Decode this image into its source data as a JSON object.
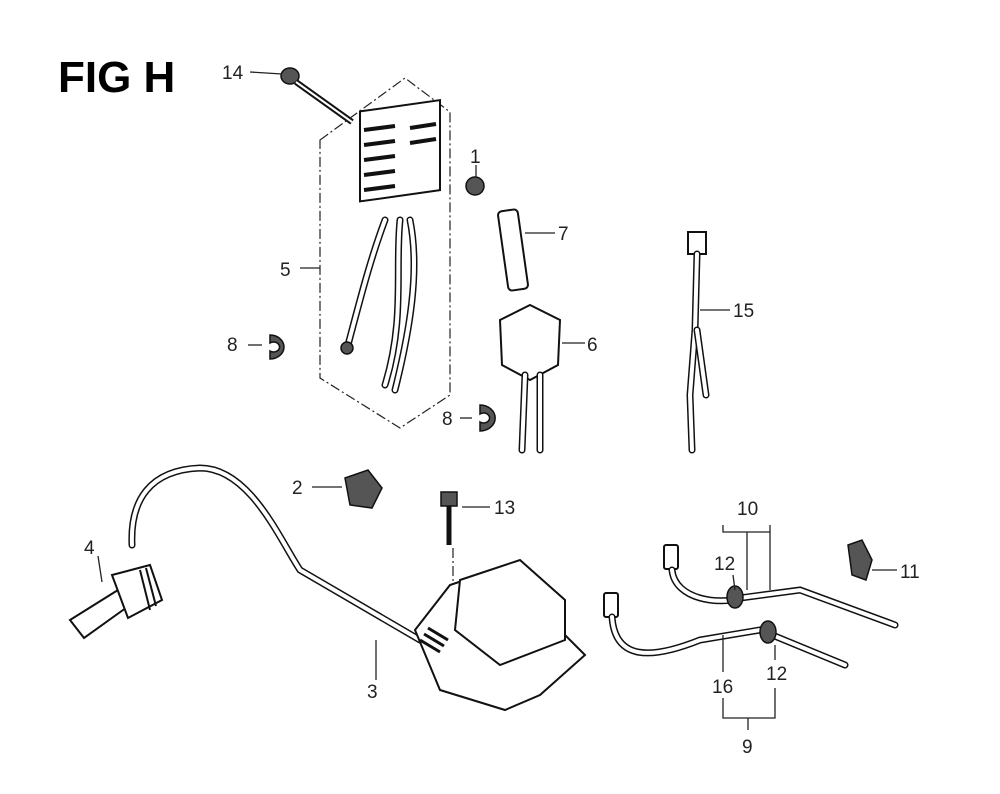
{
  "figure_title": "FIG H",
  "callouts": {
    "c1": "1",
    "c2": "2",
    "c3": "3",
    "c4": "4",
    "c5": "5",
    "c6": "6",
    "c7": "7",
    "c8a": "8",
    "c8b": "8",
    "c9": "9",
    "c10": "10",
    "c11": "11",
    "c12a": "12",
    "c12b": "12",
    "c13": "13",
    "c14": "14",
    "c15": "15",
    "c16": "16"
  }
}
